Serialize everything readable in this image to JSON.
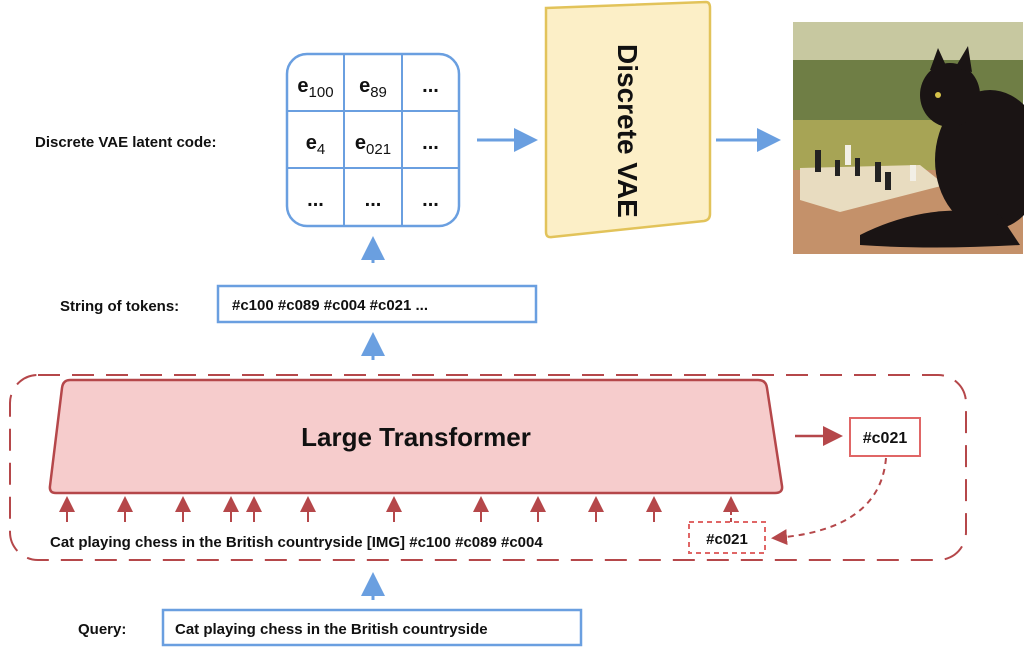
{
  "latent": {
    "label": "Discrete VAE latent code:",
    "cells": [
      {
        "base": "e",
        "sub": "100"
      },
      {
        "base": "e",
        "sub": "89"
      },
      {
        "base": "...",
        "sub": ""
      },
      {
        "base": "e",
        "sub": "4"
      },
      {
        "base": "e",
        "sub": "021"
      },
      {
        "base": "...",
        "sub": ""
      },
      {
        "base": "...",
        "sub": ""
      },
      {
        "base": "...",
        "sub": ""
      },
      {
        "base": "...",
        "sub": ""
      }
    ]
  },
  "vae": {
    "label": "Discrete VAE"
  },
  "tokens": {
    "label": "String of tokens:",
    "value": "#c100 #c089 #c004 #c021 ..."
  },
  "transformer": {
    "label": "Large Transformer",
    "output_token": "#c021",
    "input_sequence": "Cat playing chess in the British countryside [IMG] #c100 #c089 #c004",
    "fed_back_token": "#c021"
  },
  "query": {
    "label": "Query:",
    "value": "Cat playing chess in the British countryside"
  },
  "output_image": {
    "description_icon": "generated-image"
  },
  "colors": {
    "blue": "#6a9fe0",
    "red": "#b5474a",
    "pink_fill": "#f6cccc",
    "yellow_fill": "#fcefc7",
    "yellow_stroke": "#e2c35a"
  }
}
